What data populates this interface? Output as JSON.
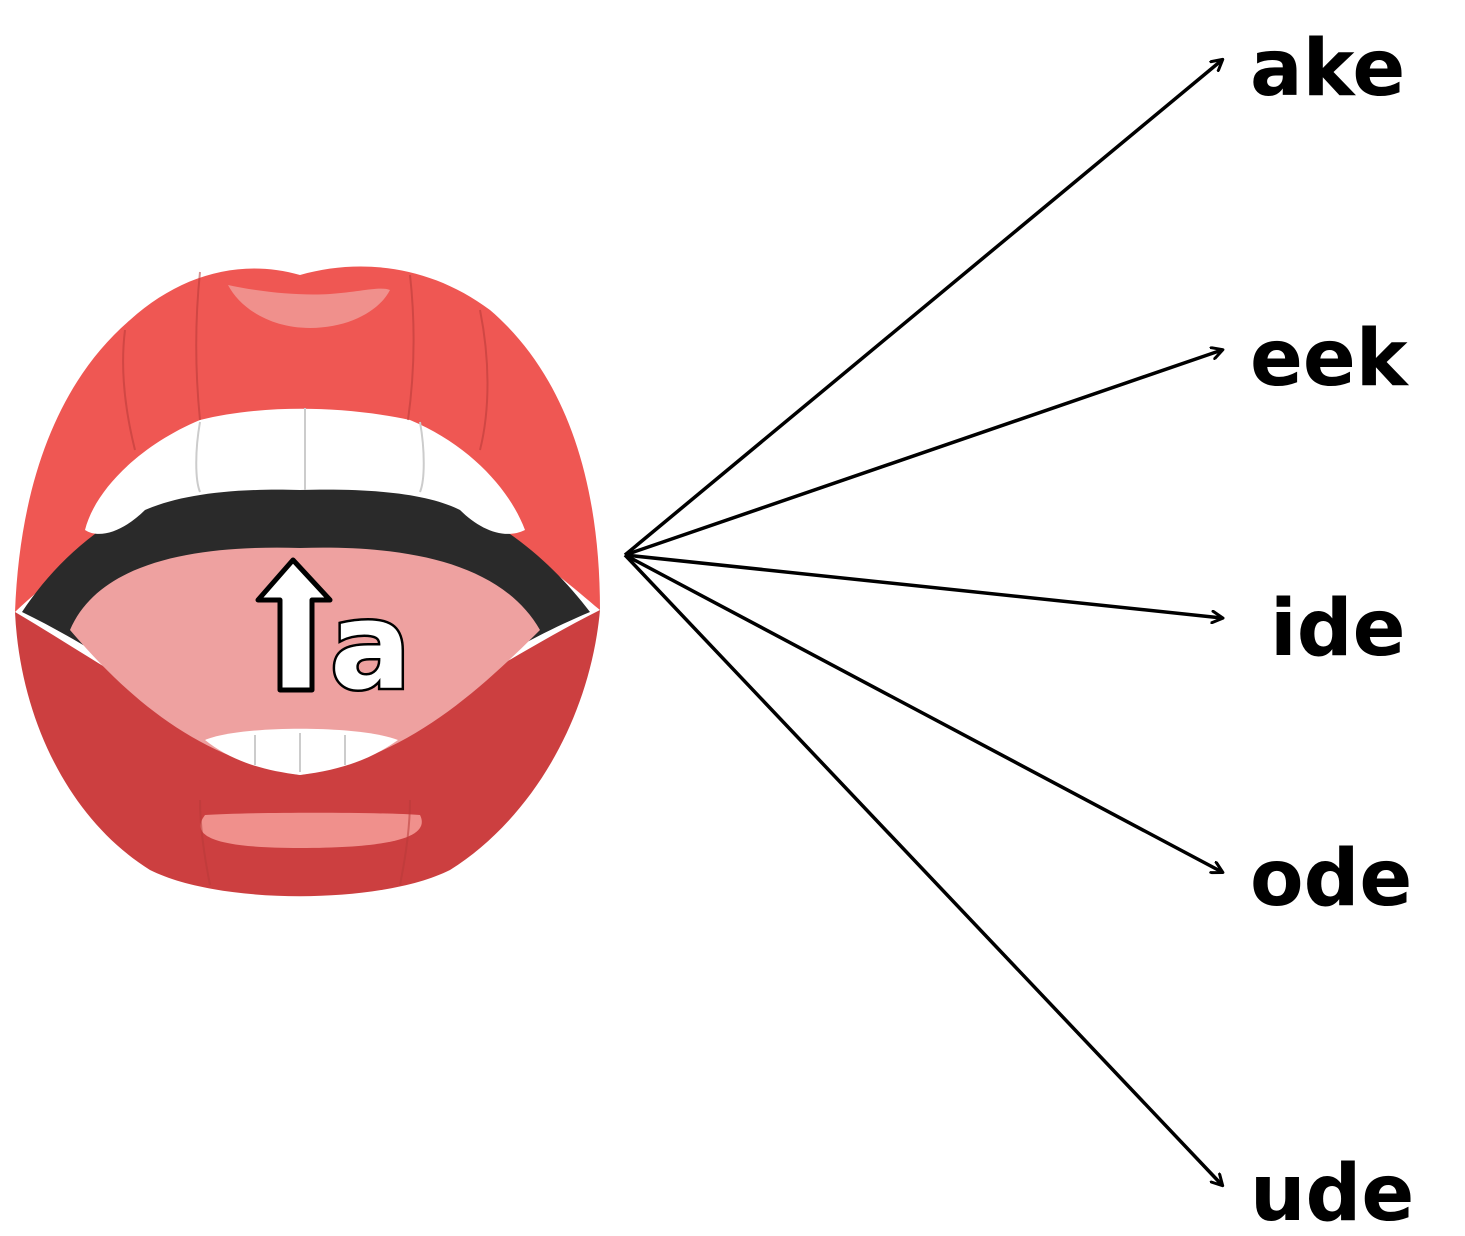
{
  "mouth": {
    "vowel_letter": "a",
    "colors": {
      "upper_lip": "#ef5753",
      "lower_lip": "#cc3f40",
      "lip_highlight": "#f0908c",
      "mouth_interior": "#2a2a2a",
      "tongue": "#eea1a0",
      "teeth": "#ffffff"
    }
  },
  "endings": [
    {
      "id": "ake",
      "label": "ake"
    },
    {
      "id": "eek",
      "label": "eek"
    },
    {
      "id": "ide",
      "label": "ide"
    },
    {
      "id": "ode",
      "label": "ode"
    },
    {
      "id": "ude",
      "label": "ude"
    }
  ],
  "arrow_color": "#000000"
}
